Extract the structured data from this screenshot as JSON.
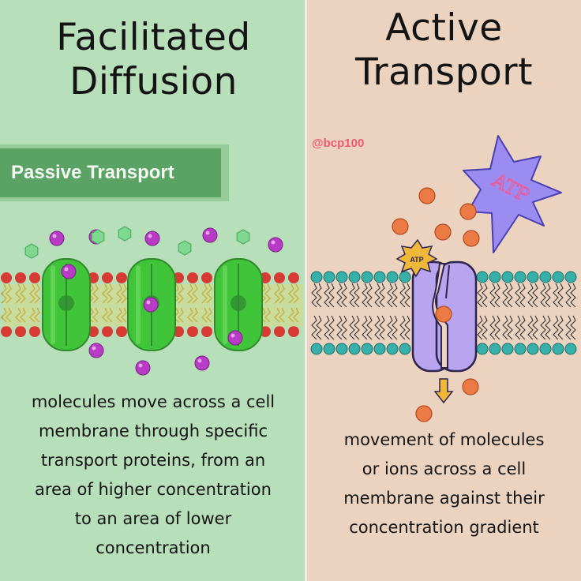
{
  "left": {
    "title_lines": [
      "Facilitated",
      "Diffusion"
    ],
    "tag": "Passive Transport",
    "caption_lines": [
      "molecules move across a cell",
      "membrane through specific",
      "transport proteins, from an",
      "area of higher concentration",
      "to an area of lower",
      "concentration"
    ]
  },
  "right": {
    "title_lines": [
      "Active",
      "Transport"
    ],
    "caption_lines": [
      "movement of molecules",
      "or ions across a cell",
      "membrane against their",
      "concentration gradient"
    ],
    "atp_burst_label": "ATP",
    "atp_badge_label": "ATP"
  },
  "watermark": "@bcp100",
  "colors": {
    "left_background": "#b7dfb9",
    "right_background": "#ecd3c0",
    "passive_tag": "#5aa365",
    "channel_protein": "#3fc43a",
    "lipid_head_left": "#d83a34",
    "lipid_head_right": "#36b0a8",
    "molecule_purple": "#b83bc6",
    "ion_orange": "#ec7a45",
    "pump_protein": "#b9a4ef",
    "atp_burst": "#9b8cf2",
    "atp_badge": "#f0b83a",
    "watermark": "#ee5a72"
  }
}
